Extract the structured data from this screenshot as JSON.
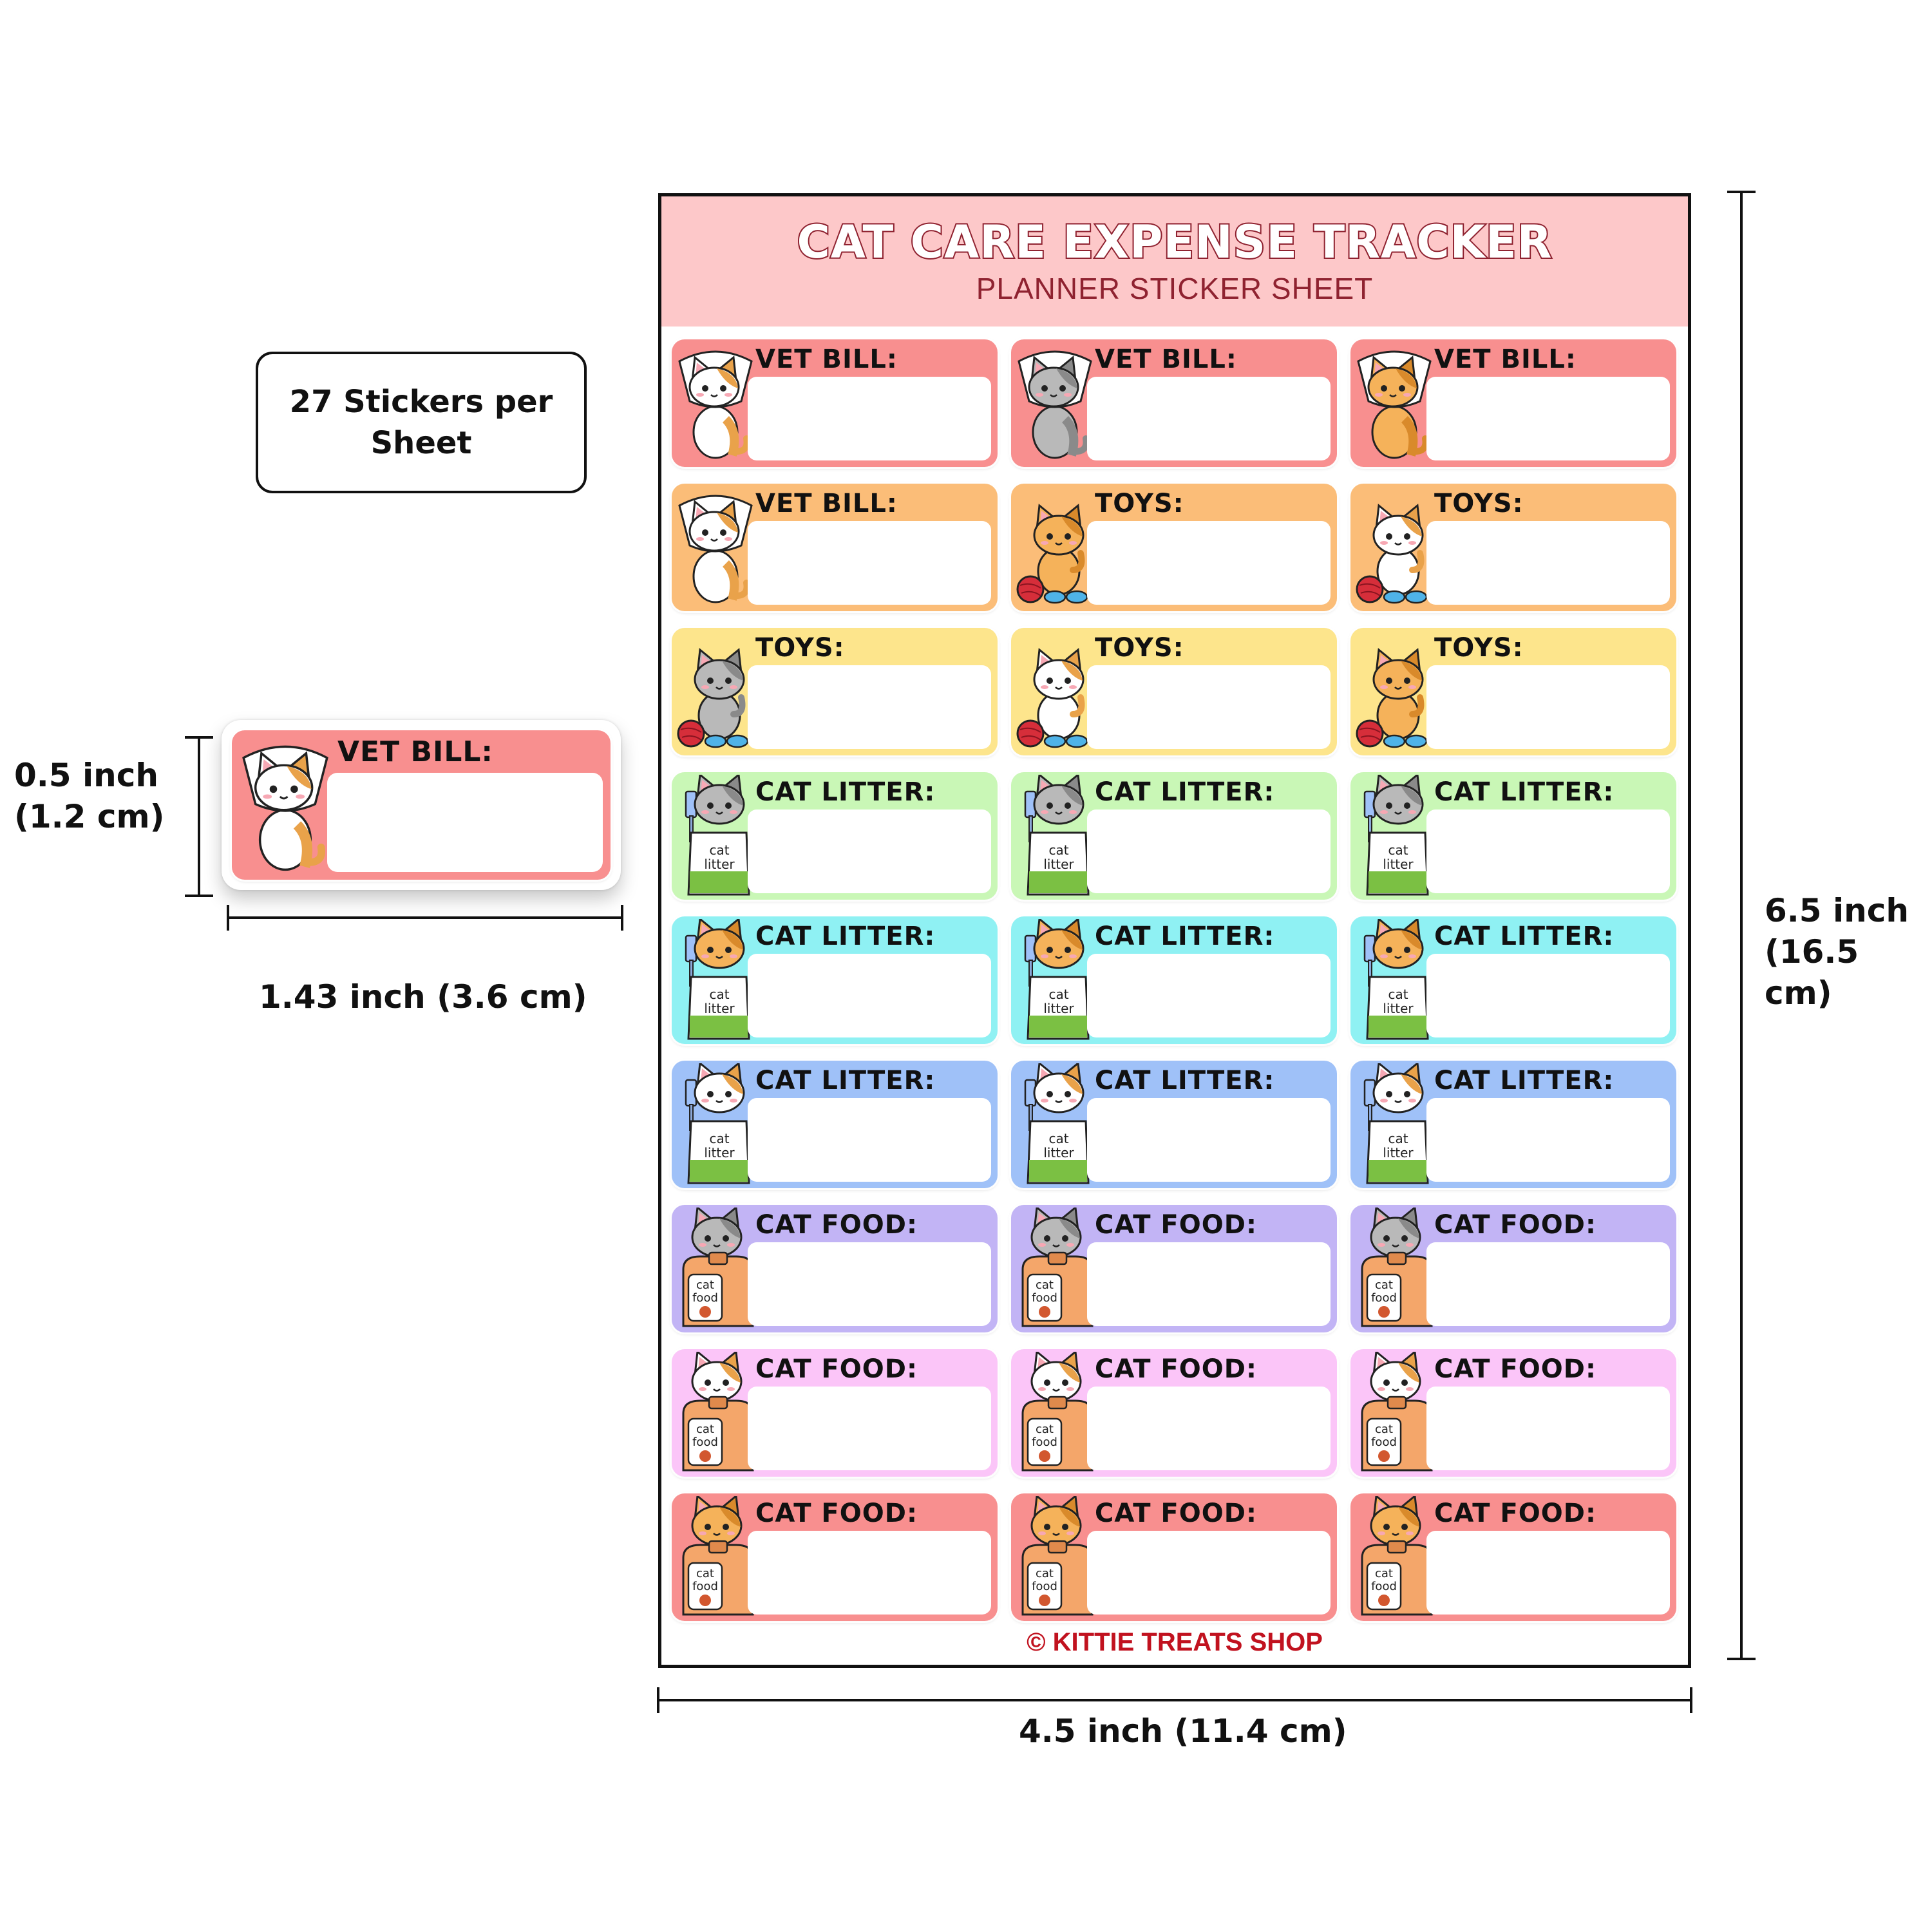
{
  "info_box": {
    "text": "27 Stickers per Sheet"
  },
  "dimensions": {
    "sample_height": "0.5 inch\n(1.2 cm)",
    "sample_width": "1.43 inch (3.6 cm)",
    "sheet_height": "6.5 inch\n(16.5 cm)",
    "sheet_width": "4.5 inch (11.4 cm)"
  },
  "sample_sticker": {
    "label": "VET BILL:",
    "color": "#f88f8f",
    "art": "cone",
    "cat": "calico"
  },
  "sheet": {
    "title": "CAT CARE EXPENSE TRACKER",
    "subtitle": "PLANNER STICKER SHEET",
    "footer": "© KITTIE TREATS SHOP",
    "stickers": [
      {
        "label": "VET BILL:",
        "color": "#f88f8f",
        "art": "cone",
        "cat": "calico"
      },
      {
        "label": "VET BILL:",
        "color": "#f88f8f",
        "art": "cone",
        "cat": "gray"
      },
      {
        "label": "VET BILL:",
        "color": "#f88f8f",
        "art": "cone",
        "cat": "orange"
      },
      {
        "label": "VET BILL:",
        "color": "#fbbd78",
        "art": "cone",
        "cat": "calico"
      },
      {
        "label": "TOYS:",
        "color": "#fbbd78",
        "art": "toys",
        "cat": "orange"
      },
      {
        "label": "TOYS:",
        "color": "#fbbd78",
        "art": "toys",
        "cat": "calico"
      },
      {
        "label": "TOYS:",
        "color": "#fde58c",
        "art": "toys",
        "cat": "gray"
      },
      {
        "label": "TOYS:",
        "color": "#fde58c",
        "art": "toys",
        "cat": "calico"
      },
      {
        "label": "TOYS:",
        "color": "#fde58c",
        "art": "toys",
        "cat": "orange"
      },
      {
        "label": "CAT LITTER:",
        "color": "#c9f7b6",
        "art": "litter",
        "cat": "gray"
      },
      {
        "label": "CAT LITTER:",
        "color": "#c9f7b6",
        "art": "litter",
        "cat": "gray"
      },
      {
        "label": "CAT LITTER:",
        "color": "#c9f7b6",
        "art": "litter",
        "cat": "gray"
      },
      {
        "label": "CAT LITTER:",
        "color": "#8ff1f3",
        "art": "litter",
        "cat": "orange"
      },
      {
        "label": "CAT LITTER:",
        "color": "#8ff1f3",
        "art": "litter",
        "cat": "orange"
      },
      {
        "label": "CAT LITTER:",
        "color": "#8ff1f3",
        "art": "litter",
        "cat": "orange"
      },
      {
        "label": "CAT LITTER:",
        "color": "#9fc1f8",
        "art": "litter",
        "cat": "calico"
      },
      {
        "label": "CAT LITTER:",
        "color": "#9fc1f8",
        "art": "litter",
        "cat": "calico"
      },
      {
        "label": "CAT LITTER:",
        "color": "#9fc1f8",
        "art": "litter",
        "cat": "calico"
      },
      {
        "label": "CAT FOOD:",
        "color": "#c2b4f5",
        "art": "food",
        "cat": "gray"
      },
      {
        "label": "CAT FOOD:",
        "color": "#c2b4f5",
        "art": "food",
        "cat": "gray"
      },
      {
        "label": "CAT FOOD:",
        "color": "#c2b4f5",
        "art": "food",
        "cat": "gray"
      },
      {
        "label": "CAT FOOD:",
        "color": "#fbc5f8",
        "art": "food",
        "cat": "calico"
      },
      {
        "label": "CAT FOOD:",
        "color": "#fbc5f8",
        "art": "food",
        "cat": "calico"
      },
      {
        "label": "CAT FOOD:",
        "color": "#fbc5f8",
        "art": "food",
        "cat": "calico"
      },
      {
        "label": "CAT FOOD:",
        "color": "#f88f8f",
        "art": "food",
        "cat": "orange"
      },
      {
        "label": "CAT FOOD:",
        "color": "#f88f8f",
        "art": "food",
        "cat": "orange"
      },
      {
        "label": "CAT FOOD:",
        "color": "#f88f8f",
        "art": "food",
        "cat": "orange"
      }
    ]
  }
}
